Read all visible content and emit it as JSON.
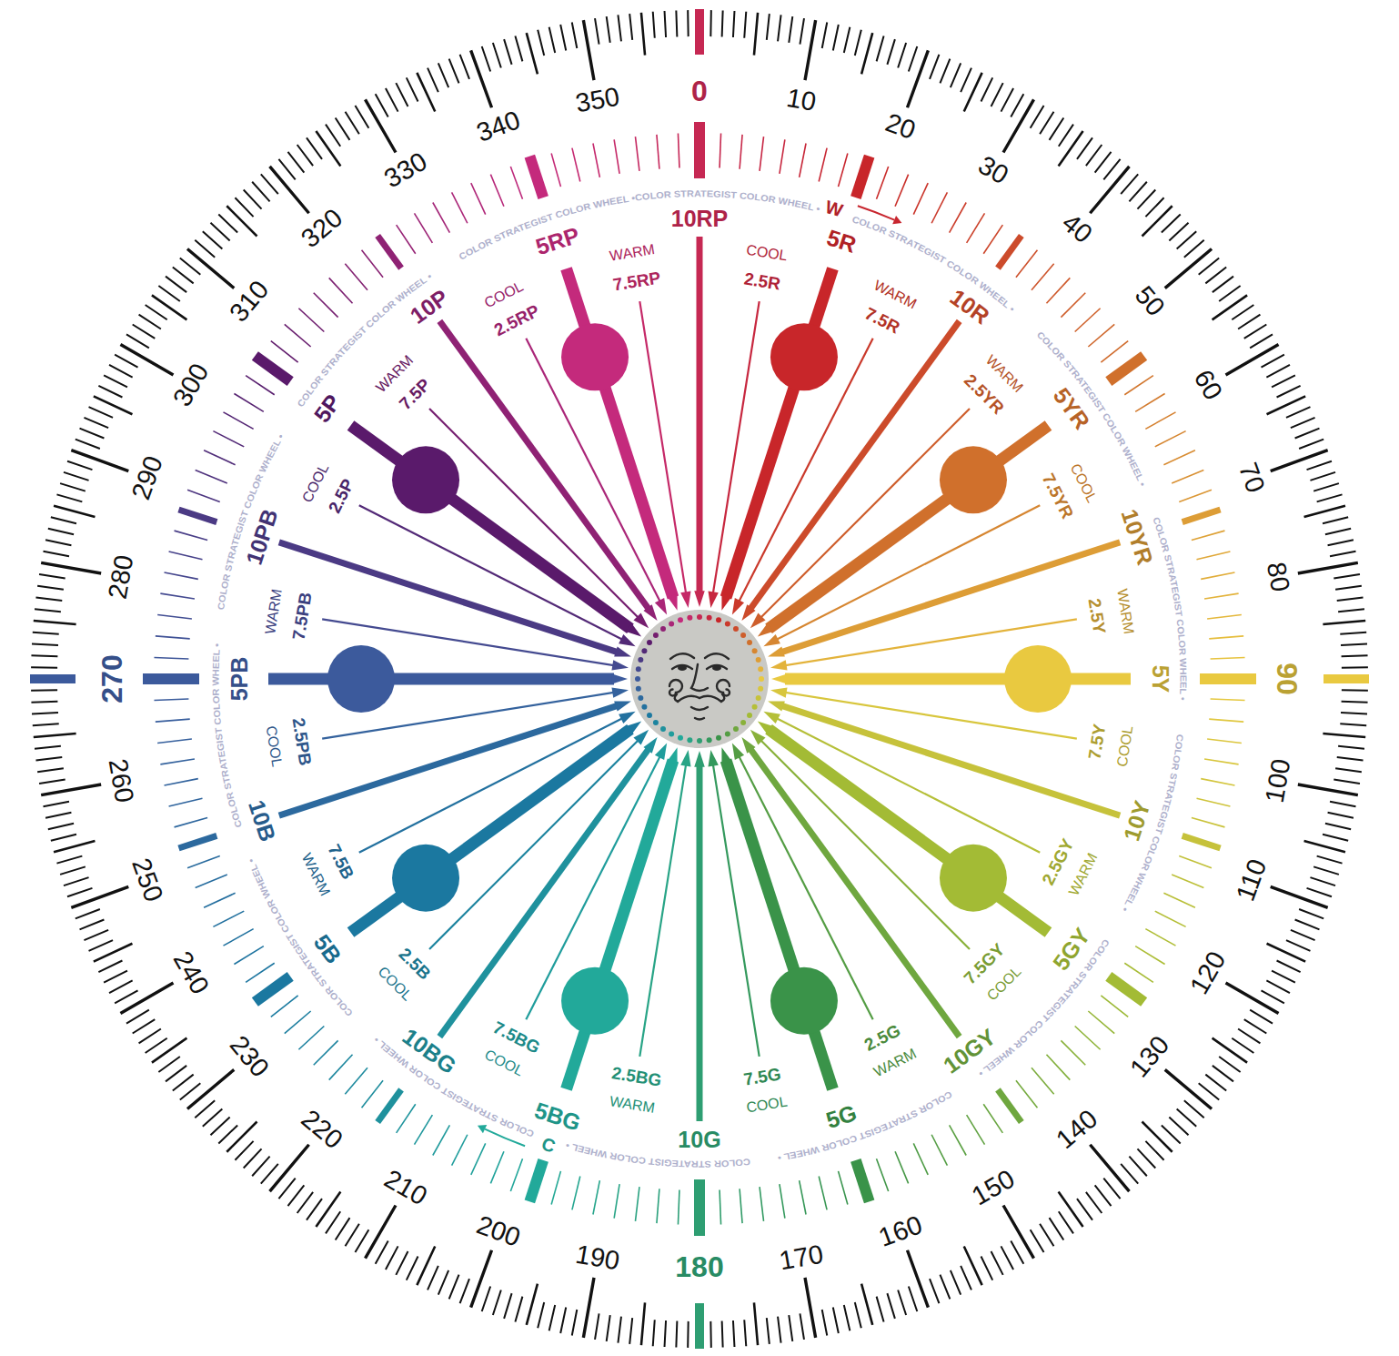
{
  "diagram": {
    "labels": [
      "0",
      "10",
      "20",
      "30",
      "40",
      "50",
      "60",
      "70",
      "80",
      "90",
      "100",
      "110",
      "120",
      "130",
      "140",
      "150",
      "160",
      "170",
      "180",
      "190",
      "200",
      "210",
      "220",
      "230",
      "240",
      "250",
      "260",
      "270",
      "280",
      "290",
      "300",
      "310",
      "320",
      "330",
      "340",
      "350",
      "10RP",
      "2.5R",
      "5R",
      "7.5R",
      "10R",
      "2.5YR",
      "5YR",
      "7.5YR",
      "10YR",
      "2.5Y",
      "5Y",
      "7.5Y",
      "10Y",
      "2.5GY",
      "5GY",
      "7.5GY",
      "10GY",
      "2.5G",
      "5G",
      "7.5G",
      "10G",
      "2.5BG",
      "5BG",
      "7.5BG",
      "10BG",
      "2.5B",
      "5B",
      "7.5B",
      "10B",
      "2.5PB",
      "5PB",
      "7.5PB",
      "10PB",
      "2.5P",
      "5P",
      "7.5P",
      "10P",
      "2.5RP",
      "5RP",
      "7.5RP",
      "COOL",
      "WARM",
      "WARM",
      "COOL",
      "WARM",
      "COOL",
      "WARM",
      "COOL",
      "WARM",
      "COOL",
      "WARM",
      "COOL",
      "COOL",
      "WARM",
      "COOL",
      "WARM",
      "COOL",
      "WARM",
      "COOL",
      "WARM",
      "W",
      "C",
      "COLOR STRATEGIST COLOR WHEEL •",
      "COLOR STRATEGIST COLOR WHEEL •",
      "COLOR STRATEGIST COLOR WHEEL •",
      "COLOR STRATEGIST COLOR WHEEL •",
      "COLOR STRATEGIST COLOR WHEEL •",
      "COLOR STRATEGIST COLOR WHEEL •",
      "COLOR STRATEGIST COLOR WHEEL •",
      "COLOR STRATEGIST COLOR WHEEL •",
      "COLOR STRATEGIST COLOR WHEEL •",
      "COLOR STRATEGIST COLOR WHEEL •",
      "COLOR STRATEGIST COLOR WHEEL •",
      "COLOR STRATEGIST COLOR WHEEL •",
      "COLOR STRATEGIST COLOR WHEEL •",
      "COLOR STRATEGIST COLOR WHEEL •"
    ]
  }
}
